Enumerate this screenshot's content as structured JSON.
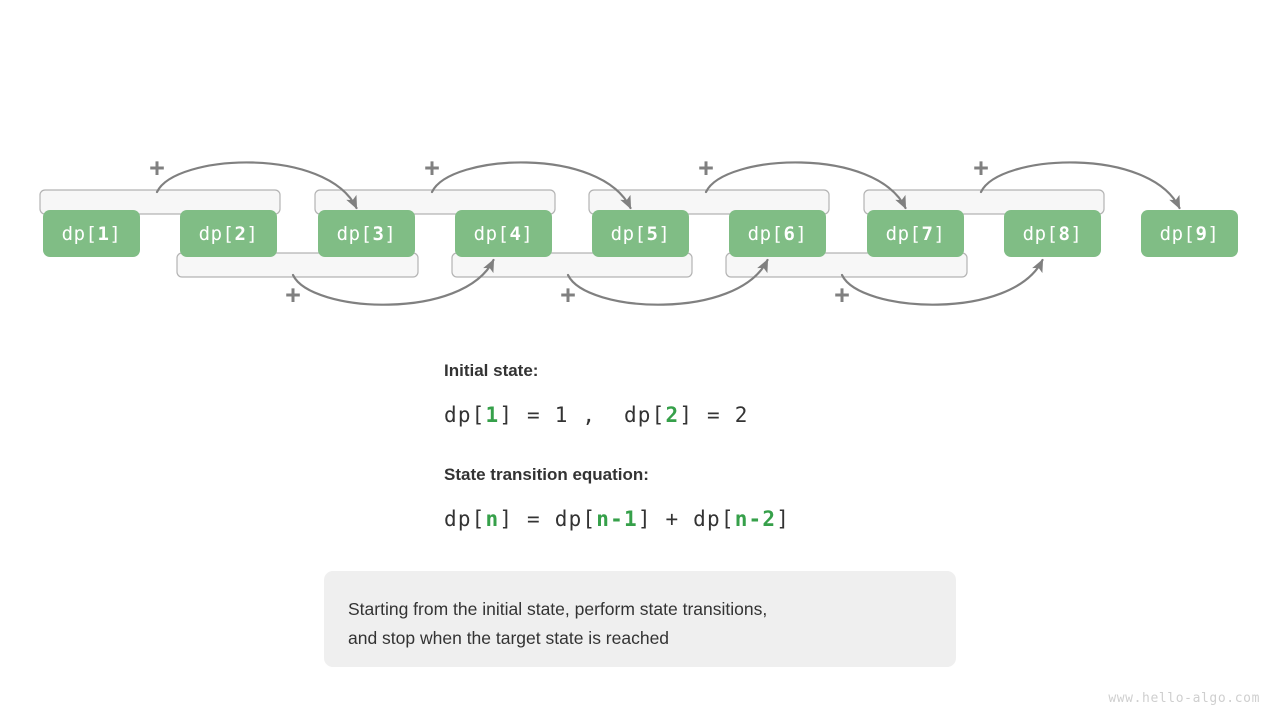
{
  "diagram": {
    "cells": [
      {
        "label": "dp[1]",
        "prefix": "dp[",
        "index": "1",
        "suffix": "]"
      },
      {
        "label": "dp[2]",
        "prefix": "dp[",
        "index": "2",
        "suffix": "]"
      },
      {
        "label": "dp[3]",
        "prefix": "dp[",
        "index": "3",
        "suffix": "]"
      },
      {
        "label": "dp[4]",
        "prefix": "dp[",
        "index": "4",
        "suffix": "]"
      },
      {
        "label": "dp[5]",
        "prefix": "dp[",
        "index": "5",
        "suffix": "]"
      },
      {
        "label": "dp[6]",
        "prefix": "dp[",
        "index": "6",
        "suffix": "]"
      },
      {
        "label": "dp[7]",
        "prefix": "dp[",
        "index": "7",
        "suffix": "]"
      },
      {
        "label": "dp[8]",
        "prefix": "dp[",
        "index": "8",
        "suffix": "]"
      },
      {
        "label": "dp[9]",
        "prefix": "dp[",
        "index": "9",
        "suffix": "]"
      }
    ],
    "plus_symbol": "+",
    "plus_count_top": 4,
    "plus_count_bottom": 3,
    "transitions_top": [
      {
        "from": "dp[1]+dp[2]",
        "to": "dp[3]"
      },
      {
        "from": "dp[3]+dp[4]",
        "to": "dp[5]"
      },
      {
        "from": "dp[5]+dp[6]",
        "to": "dp[7]"
      },
      {
        "from": "dp[7]+dp[8]",
        "to": "dp[9]"
      }
    ],
    "transitions_bottom": [
      {
        "from": "dp[2]+dp[3]",
        "to": "dp[4]"
      },
      {
        "from": "dp[4]+dp[5]",
        "to": "dp[6]"
      },
      {
        "from": "dp[6]+dp[7]",
        "to": "dp[8]"
      }
    ],
    "colors": {
      "cell_fill": "#80bd85",
      "cell_text": "#ffffff",
      "bracket_fill": "#f7f7f7",
      "bracket_stroke": "#b3b3b3",
      "arrow": "#808080",
      "plus": "#808080"
    }
  },
  "initial_state": {
    "heading": "Initial state:",
    "formula_parts": [
      {
        "t": "dp[",
        "g": false
      },
      {
        "t": "1",
        "g": true
      },
      {
        "t": "] = 1 ,  dp[",
        "g": false
      },
      {
        "t": "2",
        "g": true
      },
      {
        "t": "] = 2",
        "g": false
      }
    ],
    "formula_text": "dp[1] = 1 ,  dp[2] = 2"
  },
  "state_transition": {
    "heading": "State transition equation:",
    "formula_parts": [
      {
        "t": "dp[",
        "g": false
      },
      {
        "t": "n",
        "g": true
      },
      {
        "t": "] = dp[",
        "g": false
      },
      {
        "t": "n-1",
        "g": true
      },
      {
        "t": "] + dp[",
        "g": false
      },
      {
        "t": "n-2",
        "g": true
      },
      {
        "t": "]",
        "g": false
      }
    ],
    "formula_text": "dp[n] = dp[n-1] + dp[n-2]"
  },
  "note": {
    "line1": "Starting from the initial state, perform state transitions,",
    "line2": "and stop when the target state is reached"
  },
  "watermark": {
    "text": "www.hello-algo.com"
  }
}
